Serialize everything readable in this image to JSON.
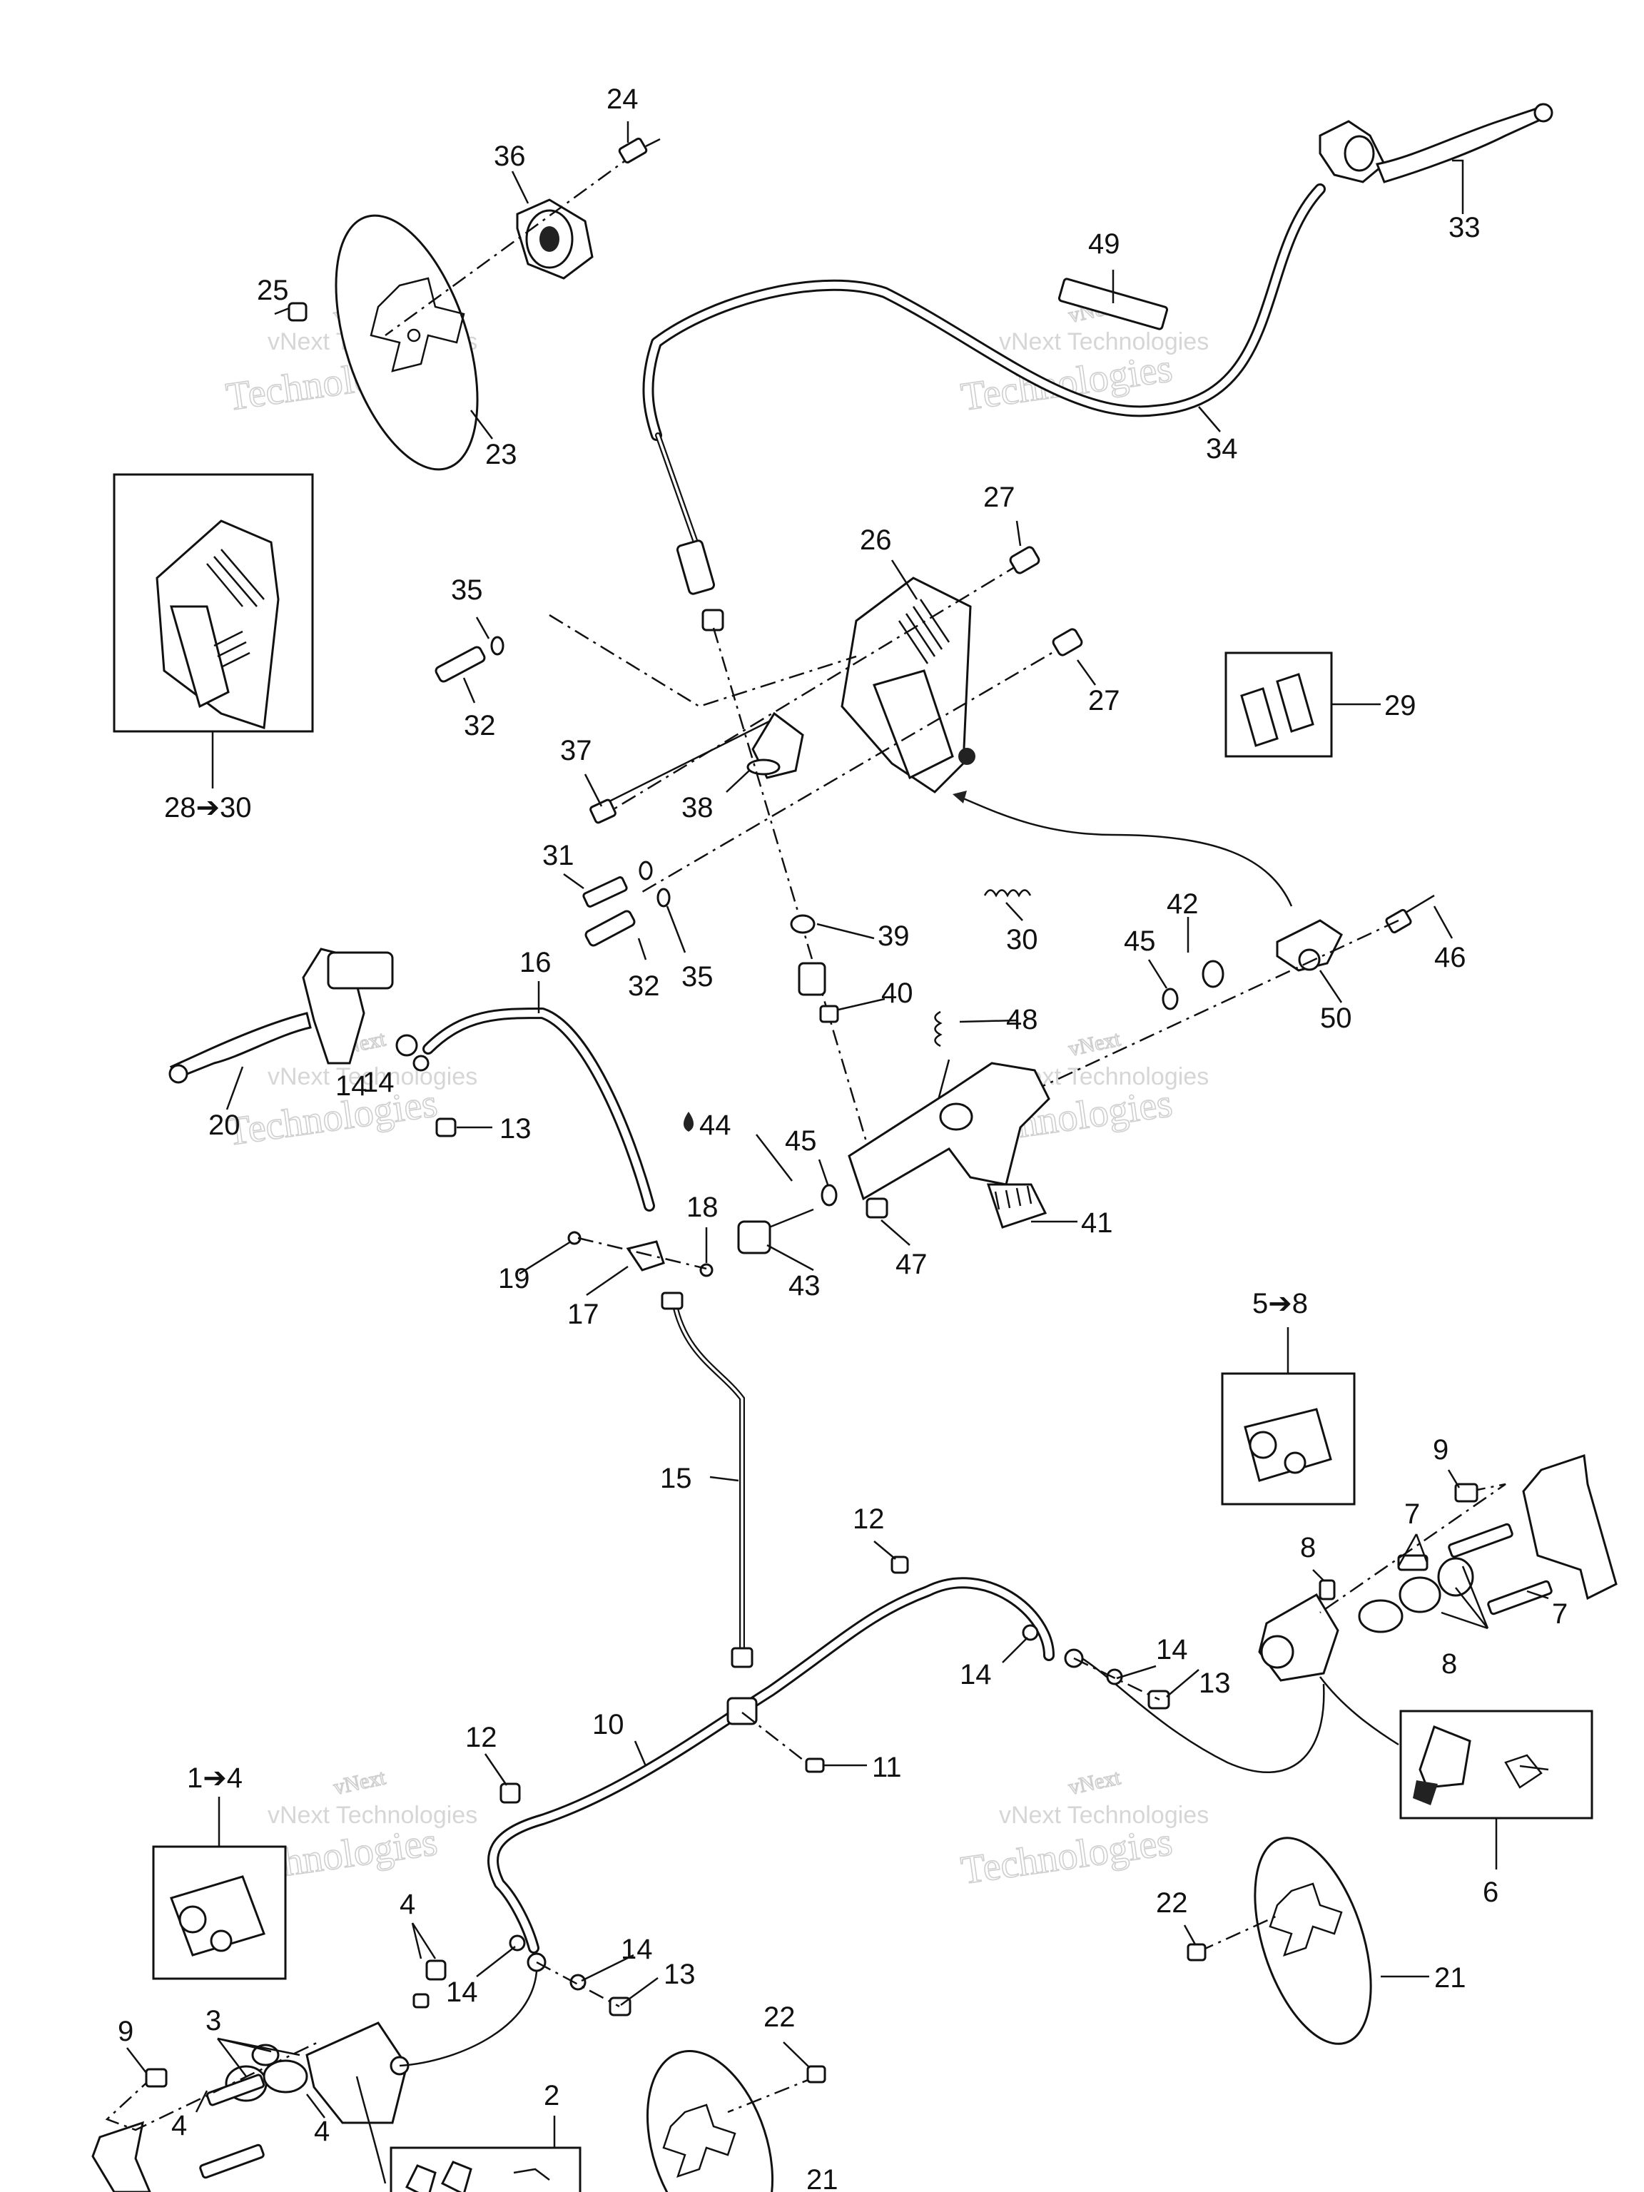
{
  "watermark": {
    "line1": "vNext",
    "line2": "vNext Technologies",
    "line3": "Technologies"
  },
  "callouts": [
    {
      "id": "c24",
      "text": "24"
    },
    {
      "id": "c36",
      "text": "36"
    },
    {
      "id": "c25",
      "text": "25"
    },
    {
      "id": "c23",
      "text": "23"
    },
    {
      "id": "c33",
      "text": "33"
    },
    {
      "id": "c49",
      "text": "49"
    },
    {
      "id": "c34",
      "text": "34"
    },
    {
      "id": "c27a",
      "text": "27"
    },
    {
      "id": "c26",
      "text": "26"
    },
    {
      "id": "c27b",
      "text": "27"
    },
    {
      "id": "c35a",
      "text": "35"
    },
    {
      "id": "c32a",
      "text": "32"
    },
    {
      "id": "c29",
      "text": "29"
    },
    {
      "id": "c2830",
      "text": "28➔30"
    },
    {
      "id": "c37",
      "text": "37"
    },
    {
      "id": "c38",
      "text": "38"
    },
    {
      "id": "c31",
      "text": "31"
    },
    {
      "id": "c32b",
      "text": "32"
    },
    {
      "id": "c35b",
      "text": "35"
    },
    {
      "id": "c39",
      "text": "39"
    },
    {
      "id": "c30",
      "text": "30"
    },
    {
      "id": "c42",
      "text": "42"
    },
    {
      "id": "c45a",
      "text": "45"
    },
    {
      "id": "c46",
      "text": "46"
    },
    {
      "id": "c50",
      "text": "50"
    },
    {
      "id": "c16",
      "text": "16"
    },
    {
      "id": "c40",
      "text": "40"
    },
    {
      "id": "c48",
      "text": "48"
    },
    {
      "id": "c20",
      "text": "20"
    },
    {
      "id": "c14a",
      "text": "14"
    },
    {
      "id": "c13a",
      "text": "13"
    },
    {
      "id": "c44",
      "text": "44"
    },
    {
      "id": "c45b",
      "text": "45"
    },
    {
      "id": "c41",
      "text": "41"
    },
    {
      "id": "c18",
      "text": "18"
    },
    {
      "id": "c19",
      "text": "19"
    },
    {
      "id": "c17",
      "text": "17"
    },
    {
      "id": "c43",
      "text": "43"
    },
    {
      "id": "c47",
      "text": "47"
    },
    {
      "id": "c58",
      "text": "5➔8"
    },
    {
      "id": "c15",
      "text": "15"
    },
    {
      "id": "c9a",
      "text": "9"
    },
    {
      "id": "c12a",
      "text": "12"
    },
    {
      "id": "c7a",
      "text": "7"
    },
    {
      "id": "c8a",
      "text": "8"
    },
    {
      "id": "c7b",
      "text": "7"
    },
    {
      "id": "c14b",
      "text": "14"
    },
    {
      "id": "c14c",
      "text": "14"
    },
    {
      "id": "c13b",
      "text": "13"
    },
    {
      "id": "c8b",
      "text": "8"
    },
    {
      "id": "c10",
      "text": "10"
    },
    {
      "id": "c11",
      "text": "11"
    },
    {
      "id": "c12b",
      "text": "12"
    },
    {
      "id": "c14d",
      "text": "14"
    },
    {
      "id": "c6",
      "text": "6"
    },
    {
      "id": "c22a",
      "text": "22"
    },
    {
      "id": "c21a",
      "text": "21"
    },
    {
      "id": "c4a",
      "text": "4"
    },
    {
      "id": "c14e",
      "text": "14"
    },
    {
      "id": "c13c",
      "text": "13"
    },
    {
      "id": "c9b",
      "text": "9"
    },
    {
      "id": "c3",
      "text": "3"
    },
    {
      "id": "c22b",
      "text": "22"
    },
    {
      "id": "c2",
      "text": "2"
    },
    {
      "id": "c4b",
      "text": "4"
    },
    {
      "id": "c4c",
      "text": "4"
    },
    {
      "id": "c21b",
      "text": "21"
    },
    {
      "id": "c14f",
      "text": "14"
    },
    {
      "id": "c1to4",
      "text": "1➔4"
    }
  ]
}
